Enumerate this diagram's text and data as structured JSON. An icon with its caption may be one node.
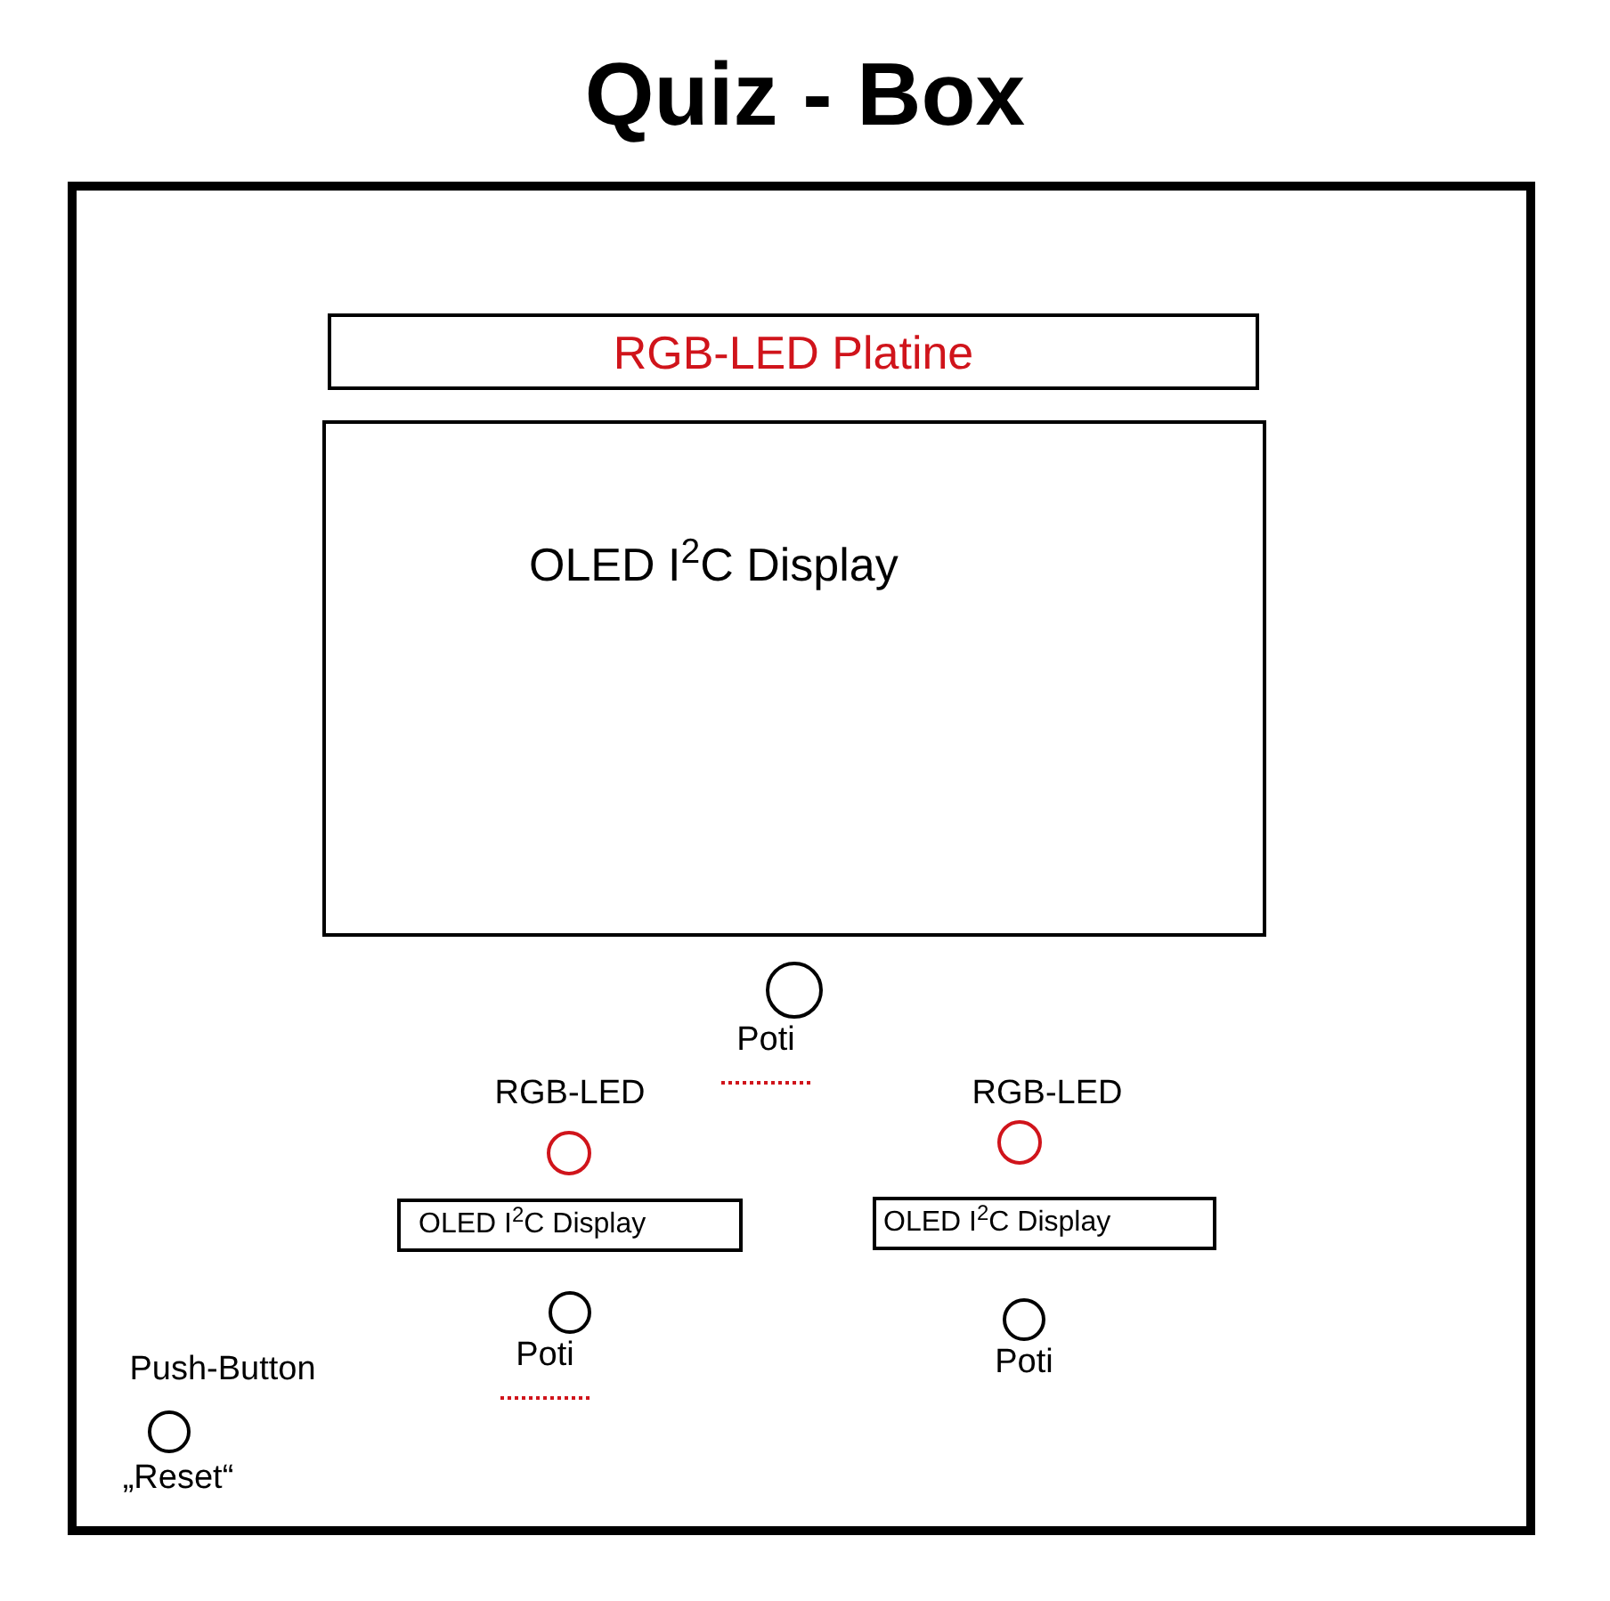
{
  "diagram": {
    "title": "Quiz - Box",
    "nodes": [
      {
        "text": [],
        "shape": "box"
      },
      {
        "text": [
          "RGB-LED Platine"
        ],
        "in": 0
      },
      {
        "text": [
          "OLED I$^{2}$C Display"
        ],
        "in": 0
      },
      {
        "text": [],
        "shape": "circle",
        "in": 0,
        "beside": [
          "Poti"
        ]
      },
      {
        "text": [],
        "shape": "circle",
        "in": 0,
        "beside": [
          "RGB-LED"
        ]
      },
      {
        "text": [],
        "shape": "circle",
        "in": 0,
        "beside": [
          "RGB-LED"
        ]
      },
      {
        "text": [
          "OLED I$^{2}$C Display"
        ],
        "in": 0
      },
      {
        "text": [
          "OLED I$^{2}$C Display"
        ],
        "in": 0
      },
      {
        "text": [],
        "shape": "circle",
        "in": 0,
        "beside": [
          "Poti"
        ]
      },
      {
        "text": [],
        "shape": "circle",
        "in": 0,
        "beside": [
          "Poti"
        ]
      },
      {
        "text": [],
        "shape": "circle",
        "in": 0,
        "beside": [
          "Push-Button",
          "„Reset“"
        ]
      }
    ],
    "edges": []
  }
}
